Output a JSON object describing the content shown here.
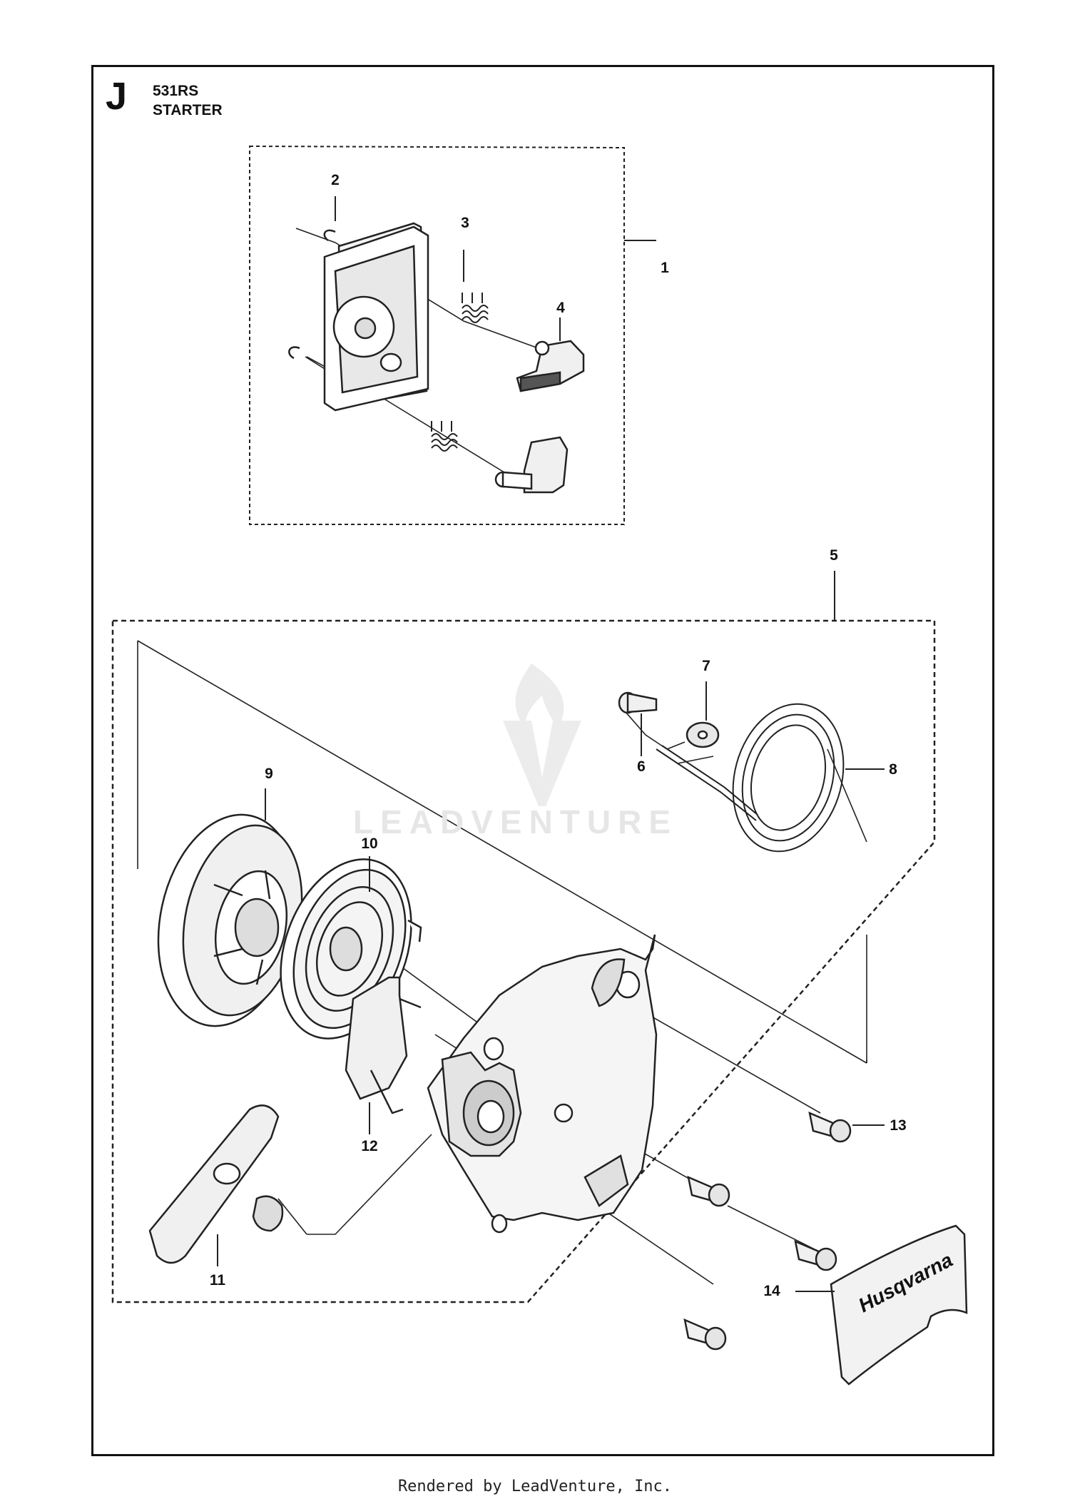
{
  "header": {
    "section_letter": "J",
    "model": "531RS",
    "title": "STARTER"
  },
  "callouts": [
    "1",
    "2",
    "3",
    "4",
    "5",
    "6",
    "7",
    "8",
    "9",
    "10",
    "11",
    "12",
    "13",
    "14"
  ],
  "watermark": "LEADVENTURE",
  "brand_decal": "Husqvarna",
  "footer": "Rendered by LeadVenture, Inc."
}
